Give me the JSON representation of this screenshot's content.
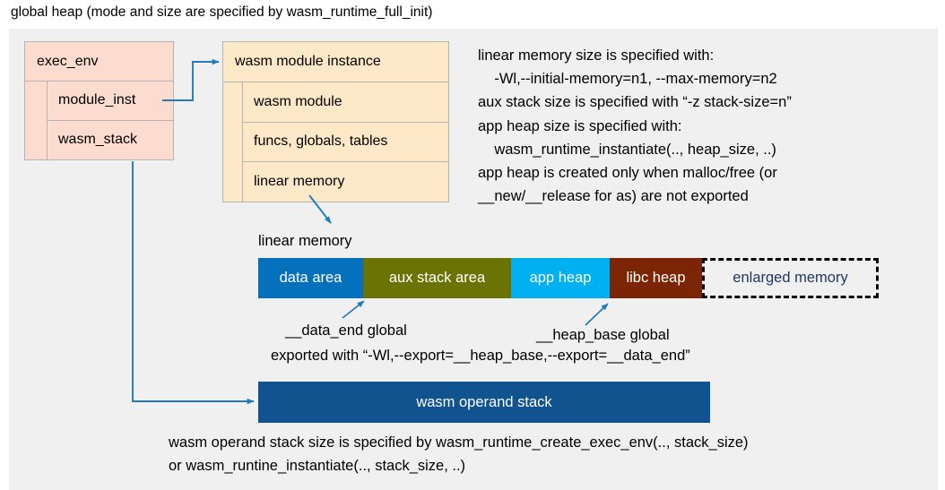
{
  "title": "global heap (mode and size are specified by wasm_runtime_full_init)",
  "colors": {
    "panel_bg": "#f0f0f0",
    "exec_env_fill": "#fbdccf",
    "module_instance_fill": "#fde9c8",
    "box_border": "#b5b5b5",
    "connector_blue": "#1f7ac0",
    "data_area": "#0571bd",
    "aux_stack_area": "#6b7304",
    "app_heap": "#00b0f0",
    "libc_heap": "#7b2504",
    "enlarged_memory_text": "#1f3864",
    "operand_stack": "#10538f"
  },
  "exec_env": {
    "header": "exec_env",
    "rows": [
      {
        "label": "module_inst"
      },
      {
        "label": "wasm_stack"
      }
    ]
  },
  "module_instance": {
    "header": "wasm module instance",
    "rows": [
      {
        "label": "wasm module"
      },
      {
        "label": "funcs, globals, tables"
      },
      {
        "label": "linear memory"
      }
    ]
  },
  "right_note": "linear memory size is specified with:\n    -Wl,--initial-memory=n1, --max-memory=n2\naux stack size is specified with “-z stack-size=n”\napp heap size is specified with:\n    wasm_runtime_instantiate(.., heap_size, ..)\napp heap is created only when malloc/free (or\n__new/__release for as) are not exported",
  "linear_memory": {
    "caption": "linear memory",
    "segments": [
      {
        "label": "data area",
        "color": "#0571bd",
        "width": 117,
        "text_color": "#ffffff",
        "style": "solid"
      },
      {
        "label": "aux stack area",
        "color": "#6b7304",
        "width": 165,
        "text_color": "#ffffff",
        "style": "solid"
      },
      {
        "label": "app heap",
        "color": "#00b0f0",
        "width": 110,
        "text_color": "#ffffff",
        "style": "solid"
      },
      {
        "label": "libc heap",
        "color": "#7b2504",
        "width": 103,
        "text_color": "#ffffff",
        "style": "solid"
      },
      {
        "label": "enlarged memory",
        "color": "#f0f0f0",
        "width": 197,
        "text_color": "#1f3864",
        "style": "dashed"
      }
    ]
  },
  "annotations": {
    "data_end": "__data_end global",
    "heap_base": "__heap_base global",
    "exported": "exported with “-Wl,--export=__heap_base,--export=__data_end”"
  },
  "operand_stack": {
    "label": "wasm operand stack"
  },
  "bottom_note": "wasm operand stack size is specified by wasm_runtime_create_exec_env(.., stack_size)\nor wasm_runtine_instantiate(.., stack_size, ..)"
}
